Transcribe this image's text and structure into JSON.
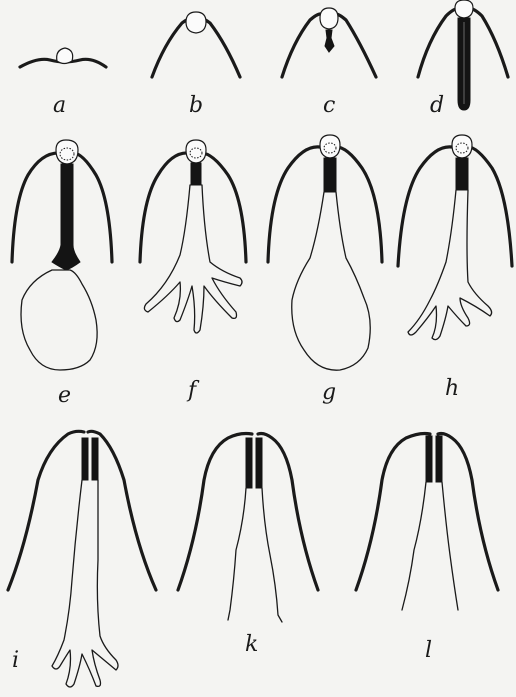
{
  "panels": [
    {
      "id": "a",
      "label": "a"
    },
    {
      "id": "b",
      "label": "b"
    },
    {
      "id": "c",
      "label": "c"
    },
    {
      "id": "d",
      "label": "d"
    },
    {
      "id": "e",
      "label": "e"
    },
    {
      "id": "f",
      "label": "f"
    },
    {
      "id": "g",
      "label": "g"
    },
    {
      "id": "h",
      "label": "h"
    },
    {
      "id": "i",
      "label": "i"
    },
    {
      "id": "k",
      "label": "k"
    },
    {
      "id": "l",
      "label": "l"
    }
  ]
}
